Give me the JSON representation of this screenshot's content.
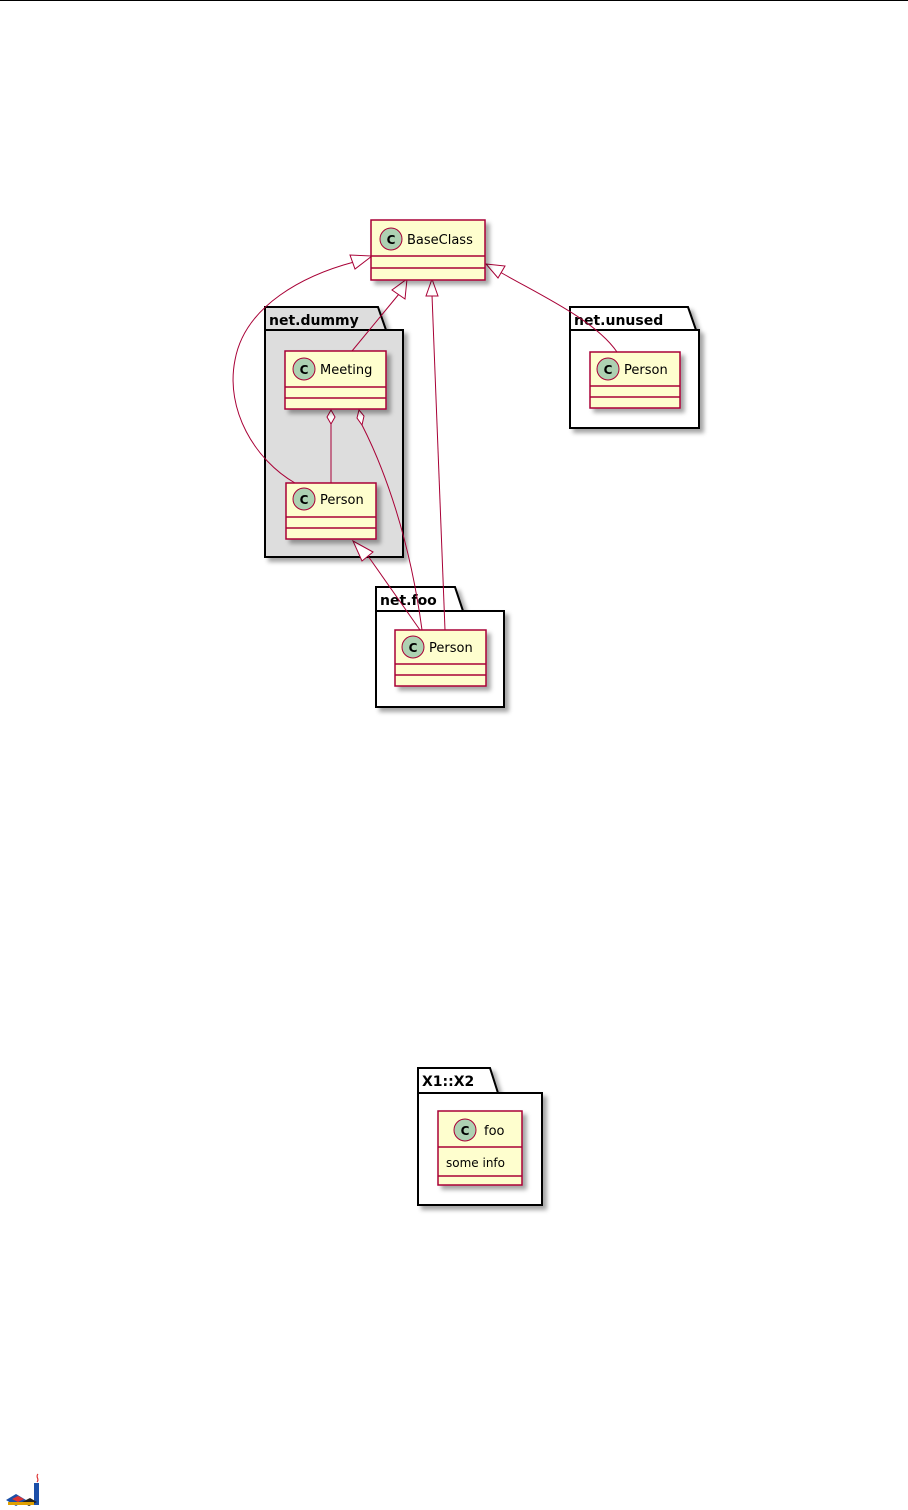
{
  "diagram1": {
    "packages": {
      "net_dummy": "net.dummy",
      "net_unused": "net.unused",
      "net_foo": "net.foo"
    },
    "classes": {
      "base": "BaseClass",
      "meeting": "Meeting",
      "dummy_person": "Person",
      "unused_person": "Person",
      "foo_person": "Person"
    },
    "class_icon_letter": "C"
  },
  "diagram2": {
    "package": "X1::X2",
    "class": "foo",
    "member": "some info"
  },
  "colors": {
    "class_fill": "#FEFECE",
    "class_border": "#A80036",
    "icon_fill": "#ADD1B2",
    "package_dummy_fill": "#DDDDDD",
    "package_fill": "#FFFFFF"
  },
  "icons": [
    "plantuml-logo-icon"
  ]
}
